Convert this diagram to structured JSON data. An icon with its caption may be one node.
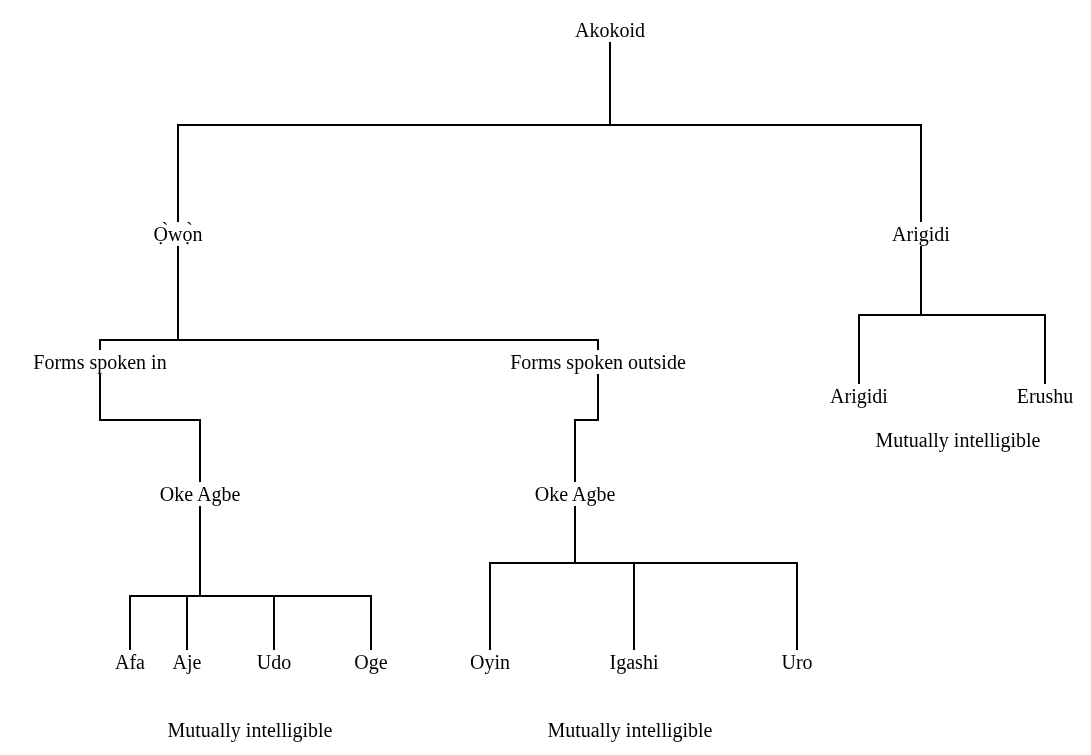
{
  "diagram": {
    "nodes": [
      {
        "text": [
          "Akokoid"
        ]
      },
      {
        "text": [
          "Ọ̀wọ̀n"
        ]
      },
      {
        "text": [
          "Arigidi"
        ]
      },
      {
        "text": [
          "Forms spoken in"
        ]
      },
      {
        "text": [
          "Forms spoken outside"
        ]
      },
      {
        "text": [
          "Arigidi"
        ]
      },
      {
        "text": [
          "Erushu"
        ]
      },
      {
        "text": [
          "Oke Agbe"
        ]
      },
      {
        "text": [
          "Oke Agbe"
        ]
      },
      {
        "text": [
          "Afa"
        ]
      },
      {
        "text": [
          "Aje"
        ]
      },
      {
        "text": [
          "Udo"
        ]
      },
      {
        "text": [
          "Oge"
        ]
      },
      {
        "text": [
          "Oyin"
        ]
      },
      {
        "text": [
          "Igashi"
        ]
      },
      {
        "text": [
          "Uro"
        ]
      }
    ],
    "edges": [
      {
        "from": 0,
        "to": 1,
        "arrow": "none"
      },
      {
        "from": 0,
        "to": 2,
        "arrow": "none"
      },
      {
        "from": 1,
        "to": 3,
        "arrow": "none"
      },
      {
        "from": 1,
        "to": 4,
        "arrow": "none"
      },
      {
        "from": 2,
        "to": 5,
        "arrow": "none"
      },
      {
        "from": 2,
        "to": 6,
        "arrow": "none"
      },
      {
        "from": 3,
        "to": 7,
        "arrow": "none"
      },
      {
        "from": 4,
        "to": 8,
        "arrow": "none"
      },
      {
        "from": 7,
        "to": 9,
        "arrow": "none"
      },
      {
        "from": 7,
        "to": 10,
        "arrow": "none"
      },
      {
        "from": 7,
        "to": 11,
        "arrow": "none"
      },
      {
        "from": 7,
        "to": 12,
        "arrow": "none"
      },
      {
        "from": 8,
        "to": 13,
        "arrow": "none"
      },
      {
        "from": 8,
        "to": 14,
        "arrow": "none"
      },
      {
        "from": 8,
        "to": 15,
        "arrow": "none"
      }
    ],
    "labels": [
      "Mutually intelligible",
      "Mutually intelligible",
      "Mutually intelligible"
    ]
  }
}
